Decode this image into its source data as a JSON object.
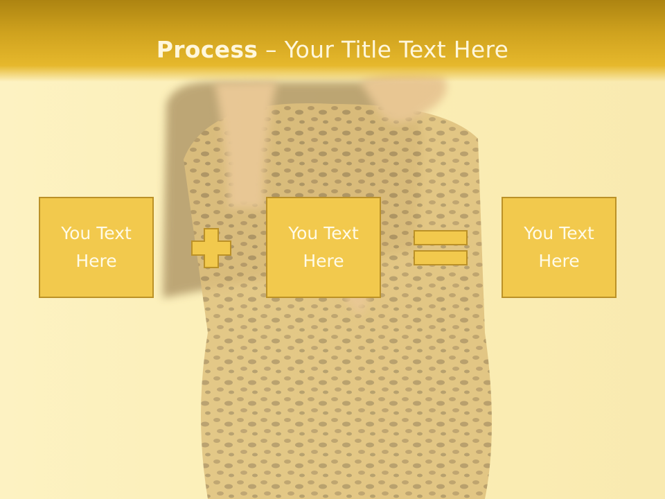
{
  "slide": {
    "title_bold": "Process",
    "title_rest": " – Your Title Text Here",
    "boxes": [
      {
        "text": "You Text\nHere"
      },
      {
        "text": "You Text\nHere"
      },
      {
        "text": "You Text\nHere"
      }
    ],
    "operators": [
      "plus-icon",
      "equals-icon"
    ],
    "colors": {
      "accent": "#f2c94d",
      "border": "#bb9127",
      "header": "#cfa21e",
      "text": "#fffbe8"
    }
  }
}
